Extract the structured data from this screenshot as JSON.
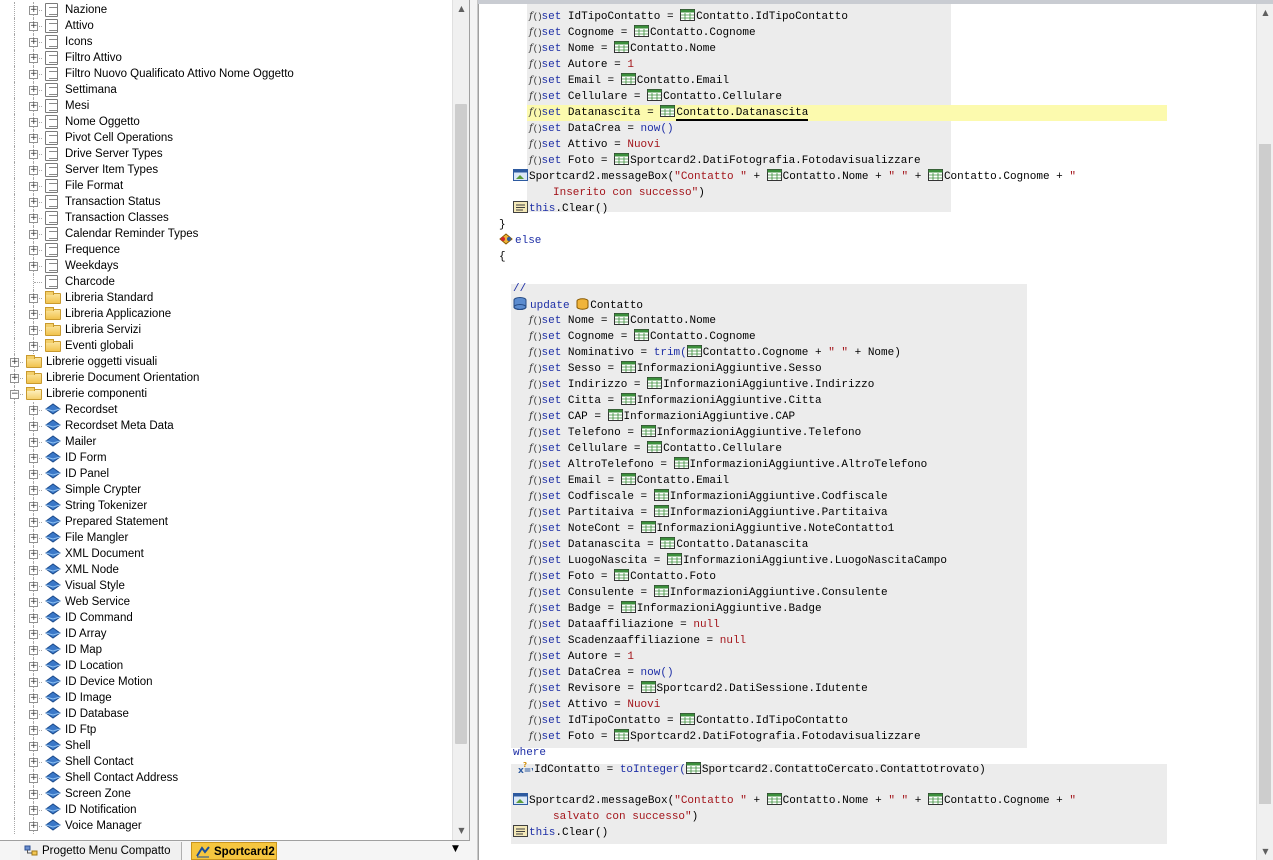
{
  "tree": {
    "items": [
      {
        "label": "Nazione",
        "icon": "doc",
        "depth": 2,
        "exp": true
      },
      {
        "label": "Attivo",
        "icon": "doc",
        "depth": 2,
        "exp": true
      },
      {
        "label": "Icons",
        "icon": "doc",
        "depth": 2,
        "exp": true
      },
      {
        "label": "Filtro Attivo",
        "icon": "doc",
        "depth": 2,
        "exp": true
      },
      {
        "label": "Filtro Nuovo Qualificato Attivo Nome Oggetto",
        "icon": "doc",
        "depth": 2,
        "exp": true
      },
      {
        "label": "Settimana",
        "icon": "doc",
        "depth": 2,
        "exp": true
      },
      {
        "label": "Mesi",
        "icon": "doc",
        "depth": 2,
        "exp": true
      },
      {
        "label": "Nome Oggetto",
        "icon": "doc",
        "depth": 2,
        "exp": true
      },
      {
        "label": "Pivot Cell Operations",
        "icon": "doc",
        "depth": 2,
        "exp": true
      },
      {
        "label": "Drive Server Types",
        "icon": "doc",
        "depth": 2,
        "exp": true
      },
      {
        "label": "Server Item Types",
        "icon": "doc",
        "depth": 2,
        "exp": true
      },
      {
        "label": "File Format",
        "icon": "doc",
        "depth": 2,
        "exp": true
      },
      {
        "label": "Transaction Status",
        "icon": "doc",
        "depth": 2,
        "exp": true
      },
      {
        "label": "Transaction Classes",
        "icon": "doc",
        "depth": 2,
        "exp": true
      },
      {
        "label": "Calendar Reminder Types",
        "icon": "doc",
        "depth": 2,
        "exp": true
      },
      {
        "label": "Frequence",
        "icon": "doc",
        "depth": 2,
        "exp": true
      },
      {
        "label": "Weekdays",
        "icon": "doc",
        "depth": 2,
        "exp": true
      },
      {
        "label": "Charcode",
        "icon": "doc",
        "depth": 2,
        "exp": false
      },
      {
        "label": "Libreria Standard",
        "icon": "folder",
        "depth": 2,
        "exp": true
      },
      {
        "label": "Libreria Applicazione",
        "icon": "folder",
        "depth": 2,
        "exp": true
      },
      {
        "label": "Libreria Servizi",
        "icon": "folder",
        "depth": 2,
        "exp": true
      },
      {
        "label": "Eventi globali",
        "icon": "folder",
        "depth": 2,
        "exp": true
      },
      {
        "label": "Librerie oggetti visuali",
        "icon": "folder",
        "depth": 1,
        "exp": true
      },
      {
        "label": "Librerie Document Orientation",
        "icon": "folder",
        "depth": 1,
        "exp": true
      },
      {
        "label": "Librerie componenti",
        "icon": "folder-open",
        "depth": 1,
        "exp": true,
        "open": true
      },
      {
        "label": "Recordset",
        "icon": "cube",
        "depth": 2,
        "exp": true
      },
      {
        "label": "Recordset Meta Data",
        "icon": "cube",
        "depth": 2,
        "exp": true
      },
      {
        "label": "Mailer",
        "icon": "cube",
        "depth": 2,
        "exp": true
      },
      {
        "label": "ID Form",
        "icon": "cube",
        "depth": 2,
        "exp": true
      },
      {
        "label": "ID Panel",
        "icon": "cube",
        "depth": 2,
        "exp": true
      },
      {
        "label": "Simple Crypter",
        "icon": "cube",
        "depth": 2,
        "exp": true
      },
      {
        "label": "String Tokenizer",
        "icon": "cube",
        "depth": 2,
        "exp": true
      },
      {
        "label": "Prepared Statement",
        "icon": "cube",
        "depth": 2,
        "exp": true
      },
      {
        "label": "File Mangler",
        "icon": "cube",
        "depth": 2,
        "exp": true
      },
      {
        "label": "XML Document",
        "icon": "cube",
        "depth": 2,
        "exp": true
      },
      {
        "label": "XML Node",
        "icon": "cube",
        "depth": 2,
        "exp": true
      },
      {
        "label": "Visual Style",
        "icon": "cube",
        "depth": 2,
        "exp": true
      },
      {
        "label": "Web Service",
        "icon": "cube",
        "depth": 2,
        "exp": true
      },
      {
        "label": "ID Command",
        "icon": "cube",
        "depth": 2,
        "exp": true
      },
      {
        "label": "ID Array",
        "icon": "cube",
        "depth": 2,
        "exp": true
      },
      {
        "label": "ID Map",
        "icon": "cube",
        "depth": 2,
        "exp": true
      },
      {
        "label": "ID Location",
        "icon": "cube",
        "depth": 2,
        "exp": true
      },
      {
        "label": "ID Device Motion",
        "icon": "cube",
        "depth": 2,
        "exp": true
      },
      {
        "label": "ID Image",
        "icon": "cube",
        "depth": 2,
        "exp": true
      },
      {
        "label": "ID Database",
        "icon": "cube",
        "depth": 2,
        "exp": true
      },
      {
        "label": "ID Ftp",
        "icon": "cube",
        "depth": 2,
        "exp": true
      },
      {
        "label": "Shell",
        "icon": "cube",
        "depth": 2,
        "exp": true
      },
      {
        "label": "Shell Contact",
        "icon": "cube",
        "depth": 2,
        "exp": true
      },
      {
        "label": "Shell Contact Address",
        "icon": "cube",
        "depth": 2,
        "exp": true
      },
      {
        "label": "Screen Zone",
        "icon": "cube",
        "depth": 2,
        "exp": true
      },
      {
        "label": "ID Notification",
        "icon": "cube",
        "depth": 2,
        "exp": true
      },
      {
        "label": "Voice Manager",
        "icon": "cube",
        "depth": 2,
        "exp": true
      }
    ]
  },
  "tabs": {
    "project_label": "Progetto Menu Compatto",
    "active_label": "Sportcard2"
  },
  "code": {
    "highlighted_line": 6,
    "lines": [
      {
        "indent": 2,
        "kind": "set",
        "field": "IdTipoContatto",
        "value": [
          {
            "t": "tbl",
            "v": "Contatto.IdTipoContatto"
          }
        ]
      },
      {
        "indent": 2,
        "kind": "set",
        "field": "Cognome",
        "value": [
          {
            "t": "tbl",
            "v": "Contatto.Cognome"
          }
        ]
      },
      {
        "indent": 2,
        "kind": "set",
        "field": "Nome",
        "value": [
          {
            "t": "tbl",
            "v": "Contatto.Nome"
          }
        ]
      },
      {
        "indent": 2,
        "kind": "set",
        "field": "Autore",
        "value": [
          {
            "t": "num",
            "v": "1"
          }
        ]
      },
      {
        "indent": 2,
        "kind": "set",
        "field": "Email",
        "value": [
          {
            "t": "tbl",
            "v": "Contatto.Email"
          }
        ]
      },
      {
        "indent": 2,
        "kind": "set",
        "field": "Cellulare",
        "value": [
          {
            "t": "tbl",
            "v": "Contatto.Cellulare"
          }
        ]
      },
      {
        "indent": 2,
        "kind": "set",
        "field": "Datanascita",
        "value": [
          {
            "t": "tbl",
            "v": "Contatto.Datanascita",
            "u": true
          }
        ]
      },
      {
        "indent": 2,
        "kind": "set",
        "field": "DataCrea",
        "value": [
          {
            "t": "kw",
            "v": "now()"
          }
        ]
      },
      {
        "indent": 2,
        "kind": "set",
        "field": "Attivo",
        "value": [
          {
            "t": "num",
            "v": "Nuovi"
          }
        ]
      },
      {
        "indent": 2,
        "kind": "set",
        "field": "Foto",
        "value": [
          {
            "t": "tbl",
            "v": "Sportcard2.DatiFotografia.Fotodavisualizzare"
          }
        ]
      },
      {
        "indent": 1,
        "kind": "call",
        "icon": "msg",
        "parts": [
          {
            "t": "txt",
            "v": "Sportcard2.messageBox("
          },
          {
            "t": "str",
            "v": "\"Contatto \""
          },
          {
            "t": "txt",
            "v": " + "
          },
          {
            "t": "tbl",
            "v": "Contatto.Nome"
          },
          {
            "t": "txt",
            "v": " + "
          },
          {
            "t": "str",
            "v": "\" \""
          },
          {
            "t": "txt",
            "v": " + "
          },
          {
            "t": "tbl",
            "v": "Contatto.Cognome"
          },
          {
            "t": "txt",
            "v": " + "
          },
          {
            "t": "str",
            "v": "\""
          }
        ]
      },
      {
        "indent": 1.8,
        "kind": "raw",
        "parts": [
          {
            "t": "str",
            "v": "Inserito con successo\""
          },
          {
            "t": "txt",
            "v": ")"
          }
        ]
      },
      {
        "indent": 1,
        "kind": "call",
        "icon": "proc",
        "parts": [
          {
            "t": "kw",
            "v": "this"
          },
          {
            "t": "txt",
            "v": ".Clear()"
          }
        ]
      },
      {
        "indent": 0,
        "kind": "raw",
        "parts": [
          {
            "t": "txt",
            "v": "}"
          }
        ]
      },
      {
        "indent": 0,
        "kind": "call",
        "icon": "else",
        "parts": [
          {
            "t": "kw",
            "v": "else"
          }
        ]
      },
      {
        "indent": 0,
        "kind": "raw",
        "parts": [
          {
            "t": "txt",
            "v": "{"
          }
        ]
      },
      {
        "indent": 0,
        "kind": "raw",
        "parts": [
          {
            "t": "txt",
            "v": ""
          }
        ]
      },
      {
        "indent": 1,
        "kind": "raw",
        "parts": [
          {
            "t": "kw",
            "v": "//"
          }
        ]
      },
      {
        "indent": 1,
        "kind": "call",
        "icon": "db",
        "parts": [
          {
            "t": "kw",
            "v": "update "
          },
          {
            "t": "dbo",
            "v": "Contatto"
          }
        ]
      },
      {
        "indent": 2,
        "kind": "set",
        "field": "Nome",
        "value": [
          {
            "t": "tbl",
            "v": "Contatto.Nome"
          }
        ]
      },
      {
        "indent": 2,
        "kind": "set",
        "field": "Cognome",
        "value": [
          {
            "t": "tbl",
            "v": "Contatto.Cognome"
          }
        ]
      },
      {
        "indent": 2,
        "kind": "set",
        "field": "Nominativo",
        "value": [
          {
            "t": "kw",
            "v": "trim("
          },
          {
            "t": "tbl",
            "v": "Contatto.Cognome"
          },
          {
            "t": "txt",
            "v": " + "
          },
          {
            "t": "str",
            "v": "\" \""
          },
          {
            "t": "txt",
            "v": " + Nome)"
          }
        ]
      },
      {
        "indent": 2,
        "kind": "set",
        "field": "Sesso",
        "value": [
          {
            "t": "tbl",
            "v": "InformazioniAggiuntive.Sesso"
          }
        ]
      },
      {
        "indent": 2,
        "kind": "set",
        "field": "Indirizzo",
        "value": [
          {
            "t": "tbl",
            "v": "InformazioniAggiuntive.Indirizzo"
          }
        ]
      },
      {
        "indent": 2,
        "kind": "set",
        "field": "Citta",
        "value": [
          {
            "t": "tbl",
            "v": "InformazioniAggiuntive.Citta"
          }
        ]
      },
      {
        "indent": 2,
        "kind": "set",
        "field": "CAP",
        "value": [
          {
            "t": "tbl",
            "v": "InformazioniAggiuntive.CAP"
          }
        ]
      },
      {
        "indent": 2,
        "kind": "set",
        "field": "Telefono",
        "value": [
          {
            "t": "tbl",
            "v": "InformazioniAggiuntive.Telefono"
          }
        ]
      },
      {
        "indent": 2,
        "kind": "set",
        "field": "Cellulare",
        "value": [
          {
            "t": "tbl",
            "v": "Contatto.Cellulare"
          }
        ]
      },
      {
        "indent": 2,
        "kind": "set",
        "field": "AltroTelefono",
        "value": [
          {
            "t": "tbl",
            "v": "InformazioniAggiuntive.AltroTelefono"
          }
        ]
      },
      {
        "indent": 2,
        "kind": "set",
        "field": "Email",
        "value": [
          {
            "t": "tbl",
            "v": "Contatto.Email"
          }
        ]
      },
      {
        "indent": 2,
        "kind": "set",
        "field": "Codfiscale",
        "value": [
          {
            "t": "tbl",
            "v": "InformazioniAggiuntive.Codfiscale"
          }
        ]
      },
      {
        "indent": 2,
        "kind": "set",
        "field": "Partitaiva",
        "value": [
          {
            "t": "tbl",
            "v": "InformazioniAggiuntive.Partitaiva"
          }
        ]
      },
      {
        "indent": 2,
        "kind": "set",
        "field": "NoteCont",
        "value": [
          {
            "t": "tbl",
            "v": "InformazioniAggiuntive.NoteContatto1"
          }
        ]
      },
      {
        "indent": 2,
        "kind": "set",
        "field": "Datanascita",
        "value": [
          {
            "t": "tbl",
            "v": "Contatto.Datanascita"
          }
        ]
      },
      {
        "indent": 2,
        "kind": "set",
        "field": "LuogoNascita",
        "value": [
          {
            "t": "tbl",
            "v": "InformazioniAggiuntive.LuogoNascitaCampo"
          }
        ]
      },
      {
        "indent": 2,
        "kind": "set",
        "field": "Foto",
        "value": [
          {
            "t": "tbl",
            "v": "Contatto.Foto"
          }
        ]
      },
      {
        "indent": 2,
        "kind": "set",
        "field": "Consulente",
        "value": [
          {
            "t": "tbl",
            "v": "InformazioniAggiuntive.Consulente"
          }
        ]
      },
      {
        "indent": 2,
        "kind": "set",
        "field": "Badge",
        "value": [
          {
            "t": "tbl",
            "v": "InformazioniAggiuntive.Badge"
          }
        ]
      },
      {
        "indent": 2,
        "kind": "set",
        "field": "Dataaffiliazione",
        "value": [
          {
            "t": "num",
            "v": "null"
          }
        ]
      },
      {
        "indent": 2,
        "kind": "set",
        "field": "Scadenzaaffiliazione",
        "value": [
          {
            "t": "num",
            "v": "null"
          }
        ]
      },
      {
        "indent": 2,
        "kind": "set",
        "field": "Autore",
        "value": [
          {
            "t": "num",
            "v": "1"
          }
        ]
      },
      {
        "indent": 2,
        "kind": "set",
        "field": "DataCrea",
        "value": [
          {
            "t": "kw",
            "v": "now()"
          }
        ]
      },
      {
        "indent": 2,
        "kind": "set",
        "field": "Revisore",
        "value": [
          {
            "t": "tbl",
            "v": "Sportcard2.DatiSessione.Idutente"
          }
        ]
      },
      {
        "indent": 2,
        "kind": "set",
        "field": "Attivo",
        "value": [
          {
            "t": "num",
            "v": "Nuovi"
          }
        ]
      },
      {
        "indent": 2,
        "kind": "set",
        "field": "IdTipoContatto",
        "value": [
          {
            "t": "tbl",
            "v": "Contatto.IdTipoContatto"
          }
        ]
      },
      {
        "indent": 2,
        "kind": "set",
        "field": "Foto",
        "value": [
          {
            "t": "tbl",
            "v": "Sportcard2.DatiFotografia.Fotodavisualizzare"
          }
        ]
      },
      {
        "indent": 1,
        "kind": "raw",
        "parts": [
          {
            "t": "kw",
            "v": "where"
          }
        ]
      },
      {
        "indent": 1.5,
        "kind": "call",
        "icon": "where",
        "parts": [
          {
            "t": "txt",
            "v": "IdContatto = "
          },
          {
            "t": "kw",
            "v": "toInteger("
          },
          {
            "t": "tbl",
            "v": "Sportcard2.ContattoCercato.Contattotrovato"
          },
          {
            "t": "txt",
            "v": ")"
          }
        ]
      },
      {
        "indent": 0,
        "kind": "raw",
        "parts": [
          {
            "t": "txt",
            "v": ""
          }
        ]
      },
      {
        "indent": 1,
        "kind": "call",
        "icon": "msg",
        "parts": [
          {
            "t": "txt",
            "v": "Sportcard2.messageBox("
          },
          {
            "t": "str",
            "v": "\"Contatto \""
          },
          {
            "t": "txt",
            "v": " + "
          },
          {
            "t": "tbl",
            "v": "Contatto.Nome"
          },
          {
            "t": "txt",
            "v": " + "
          },
          {
            "t": "str",
            "v": "\" \""
          },
          {
            "t": "txt",
            "v": " + "
          },
          {
            "t": "tbl",
            "v": "Contatto.Cognome"
          },
          {
            "t": "txt",
            "v": " + "
          },
          {
            "t": "str",
            "v": "\""
          }
        ]
      },
      {
        "indent": 1.8,
        "kind": "raw",
        "parts": [
          {
            "t": "str",
            "v": "salvato con successo\""
          },
          {
            "t": "txt",
            "v": ")"
          }
        ]
      },
      {
        "indent": 1,
        "kind": "call",
        "icon": "proc",
        "parts": [
          {
            "t": "kw",
            "v": "this"
          },
          {
            "t": "txt",
            "v": ".Clear()"
          }
        ]
      }
    ]
  },
  "colors": {
    "keyword": "#1d2ea6",
    "string": "#a3151b",
    "highlight": "#fcfaae",
    "active_tab": "#f6c63f",
    "band": "#ececec"
  }
}
